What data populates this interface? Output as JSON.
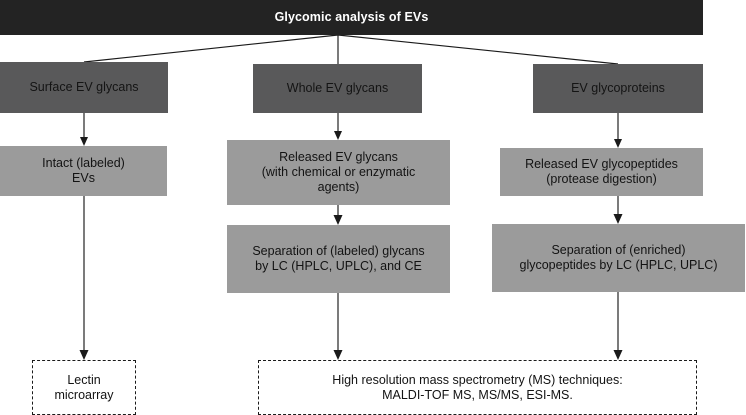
{
  "diagram": {
    "title_banner": {
      "label": "Glycomic analysis of EVs"
    },
    "branches": [
      {
        "id": "surface",
        "heading": "Surface EV glycans",
        "steps": [
          "Intact (labeled)\nEVs"
        ],
        "terminal": "Lectin\nmicroarray"
      },
      {
        "id": "whole",
        "heading": "Whole EV glycans",
        "steps": [
          "Released EV glycans\n(with chemical or enzymatic\nagents)",
          "Separation of (labeled) glycans\nby LC (HPLC, UPLC), and CE"
        ],
        "terminal": "High resolution mass spectrometry (MS) techniques:\nMALDI-TOF MS, MS/MS, ESI-MS."
      },
      {
        "id": "glycoproteins",
        "heading": "EV glycoproteins",
        "steps": [
          "Released EV glycopeptides\n(protease digestion)",
          "Separation of (enriched)\nglycopeptides by LC (HPLC, UPLC)"
        ],
        "terminal": "High resolution mass spectrometry (MS) techniques:\nMALDI-TOF MS, MS/MS, ESI-MS."
      }
    ],
    "colors": {
      "banner_fill": "#232323",
      "banner_text": "#ffffff",
      "level2_fill": "#59595a",
      "level3_fill": "#9b9b9b",
      "dashed_border": "#1a1a1a",
      "connector": "#1a1a1a",
      "page_background": "#ffffff"
    }
  }
}
